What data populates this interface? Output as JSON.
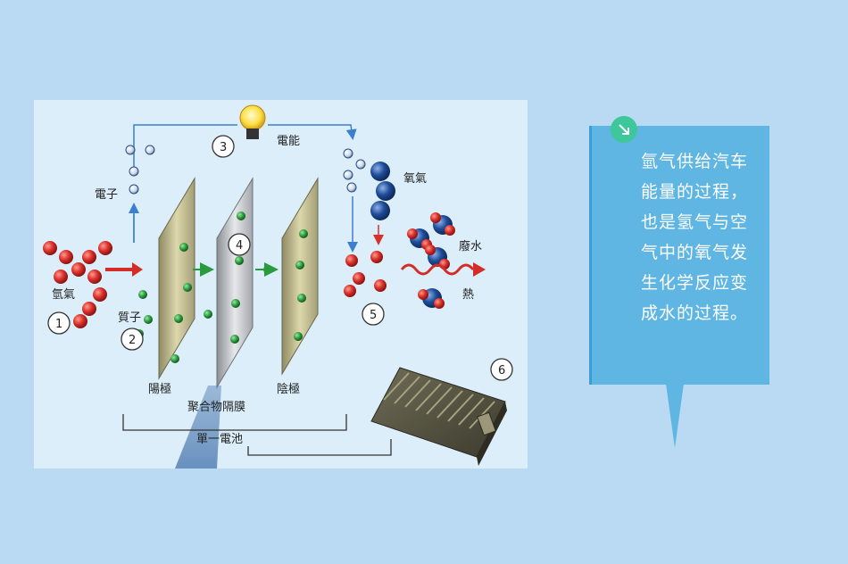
{
  "diagram": {
    "labels": {
      "electrons": "電子",
      "hydrogen": "氫氣",
      "protons": "質子",
      "electric_energy": "電能",
      "oxygen": "氧氣",
      "waste_water": "廢水",
      "heat": "熱",
      "anode": "陽極",
      "cathode": "陰極",
      "membrane": "聚合物隔膜",
      "single_cell": "單一電池"
    },
    "step_numbers": [
      "1",
      "2",
      "3",
      "4",
      "5",
      "6"
    ]
  },
  "callout": {
    "text": "氫气供给汽车能量的过程，也是氢气与空气中的氧气发生化学反应变成水的过程。",
    "icon": "arrow-down-right-icon"
  },
  "colors": {
    "background": "#b9daf2",
    "callout": "#5fb6e3",
    "badge": "#3dc79a",
    "hydrogen_atom": "#d9302c",
    "oxygen_atom": "#1f4c99",
    "proton": "#2a9a3e"
  }
}
